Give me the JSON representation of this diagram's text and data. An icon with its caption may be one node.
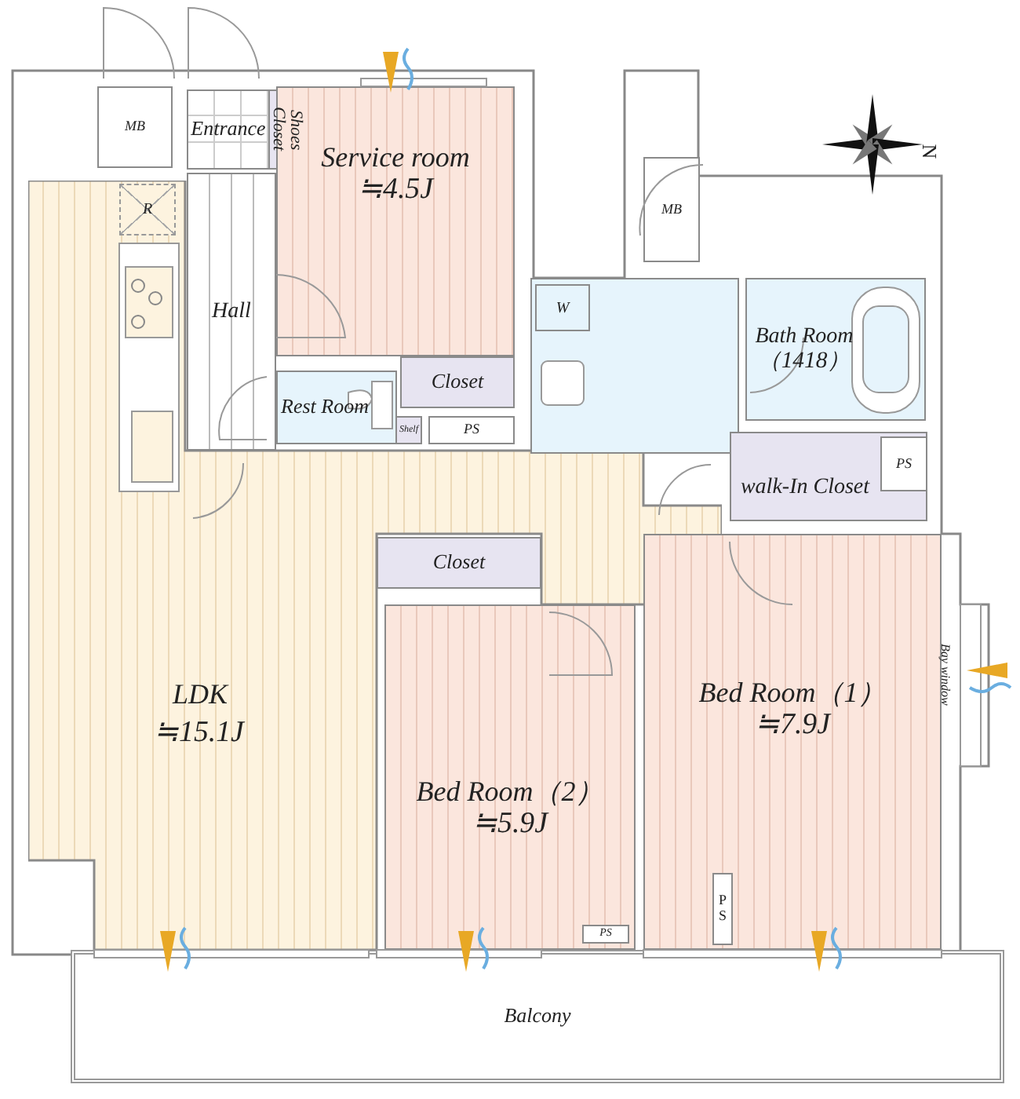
{
  "diagram": {
    "nodes": [
      {
        "text": [
          "MB"
        ]
      },
      {
        "text": [
          "Entrance"
        ]
      },
      {
        "text": [
          "Shoes Closet"
        ]
      },
      {
        "text": [
          "Service room",
          "≒4.5J"
        ]
      },
      {
        "text": [
          "MB"
        ]
      },
      {
        "text": [
          "LDK",
          "≒15.1J"
        ]
      },
      {
        "text": [
          "R"
        ],
        "in": 5
      },
      {
        "text": [
          "Hall"
        ]
      },
      {
        "text": [],
        "shape": "box"
      },
      {
        "text": [
          "W"
        ],
        "in": 8
      },
      {
        "text": [
          "Bath Room",
          "（1418）"
        ]
      },
      {
        "text": [
          "Rest Room"
        ]
      },
      {
        "text": [
          "Shelf"
        ]
      },
      {
        "text": [
          "Closet"
        ]
      },
      {
        "text": [
          "PS"
        ]
      },
      {
        "text": [
          "walk-In Closet"
        ]
      },
      {
        "text": [
          "PS"
        ],
        "in": 15
      },
      {
        "text": [
          "Closet"
        ]
      },
      {
        "text": [
          "Bed Room（1）",
          "≒7.9J"
        ]
      },
      {
        "text": [
          "Bed Room（2）",
          "≒5.9J"
        ]
      },
      {
        "text": [
          "PS"
        ],
        "in": 18
      },
      {
        "text": [
          "PS"
        ],
        "in": 19
      },
      {
        "text": [
          "Balcony"
        ]
      }
    ],
    "labels": [
      "N",
      "Bay window"
    ]
  }
}
